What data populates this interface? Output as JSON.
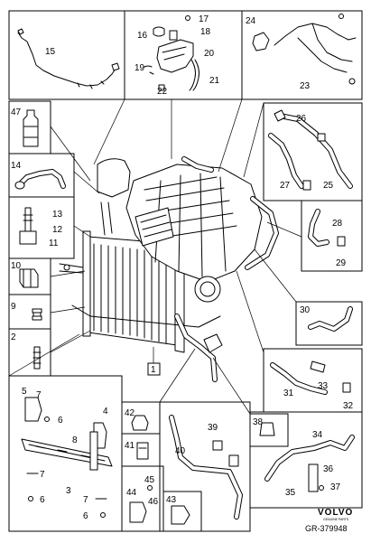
{
  "diagram": {
    "callouts": {
      "c1": "1",
      "c2": "2",
      "c3": "3",
      "c4": "4",
      "c5": "5",
      "c6a": "6",
      "c6b": "6",
      "c6c": "6",
      "c7a": "7",
      "c7b": "7",
      "c7c": "7",
      "c8": "8",
      "c9": "9",
      "c10": "10",
      "c11": "11",
      "c12": "12",
      "c13": "13",
      "c14": "14",
      "c15": "15",
      "c16": "16",
      "c17": "17",
      "c18": "18",
      "c19": "19",
      "c20": "20",
      "c21": "21",
      "c22": "22",
      "c23": "23",
      "c24": "24",
      "c25": "25",
      "c26": "26",
      "c27": "27",
      "c28": "28",
      "c29": "29",
      "c30": "30",
      "c31": "31",
      "c32": "32",
      "c33": "33",
      "c34": "34",
      "c35": "35",
      "c36": "36",
      "c37": "37",
      "c38": "38",
      "c39": "39",
      "c40": "40",
      "c41": "41",
      "c42": "42",
      "c43": "43",
      "c44": "44",
      "c45": "45",
      "c46": "46",
      "c47": "47"
    },
    "brand": {
      "name": "VOLVO",
      "tagline": "GENUINE PARTS"
    },
    "reference": "GR-379948"
  }
}
